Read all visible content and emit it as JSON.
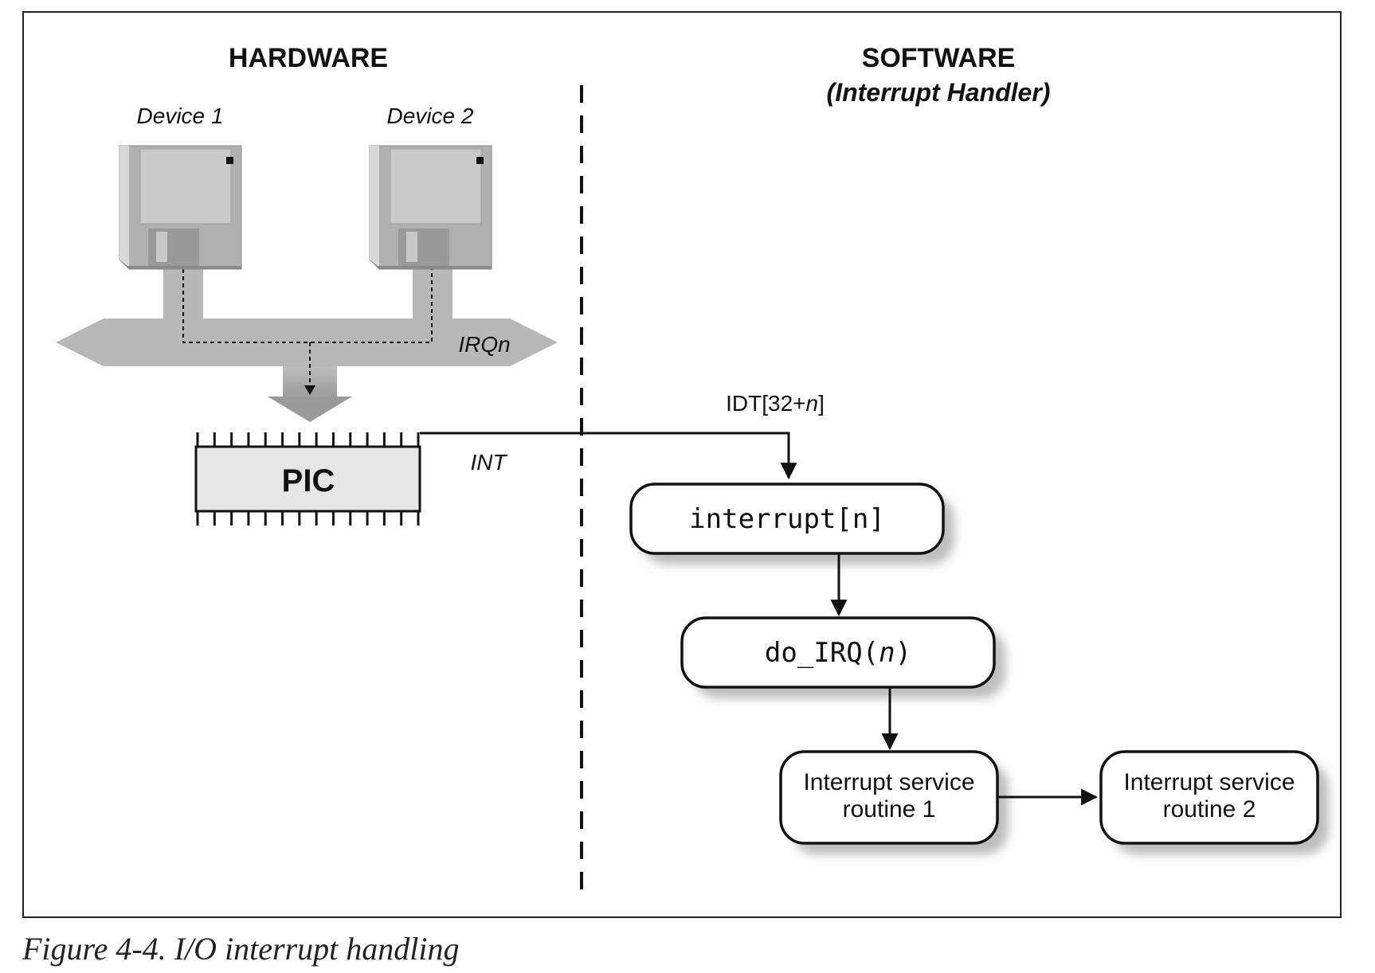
{
  "sections": {
    "hardware_title": "HARDWARE",
    "software_title": "SOFTWARE",
    "software_subtitle": "(Interrupt Handler)"
  },
  "devices": [
    {
      "label": "Device 1",
      "icon": "floppy-disk-icon"
    },
    {
      "label": "Device 2",
      "icon": "floppy-disk-icon"
    }
  ],
  "bus_label": "IRQn",
  "pic_label": "PIC",
  "int_label": "INT",
  "idt_label_prefix": "IDT[32+",
  "idt_label_var": "n",
  "idt_label_suffix": "]",
  "nodes": {
    "interrupt": "interrupt[n]",
    "do_irq_prefix": "do_IRQ(",
    "do_irq_var": "n",
    "do_irq_suffix": ")",
    "isr1_line1": "Interrupt service",
    "isr1_line2": "routine 1",
    "isr2_line1": "Interrupt service",
    "isr2_line2": "routine 2"
  },
  "caption": "Figure 4-4. I/O interrupt handling",
  "colors": {
    "frame": "#222222",
    "disk_body": "#b5b5b5",
    "disk_panel": "#cfcfcf",
    "bus": "#b8b8b8",
    "pic_fill": "#e6e6e6",
    "shadow": "#cccccc"
  }
}
